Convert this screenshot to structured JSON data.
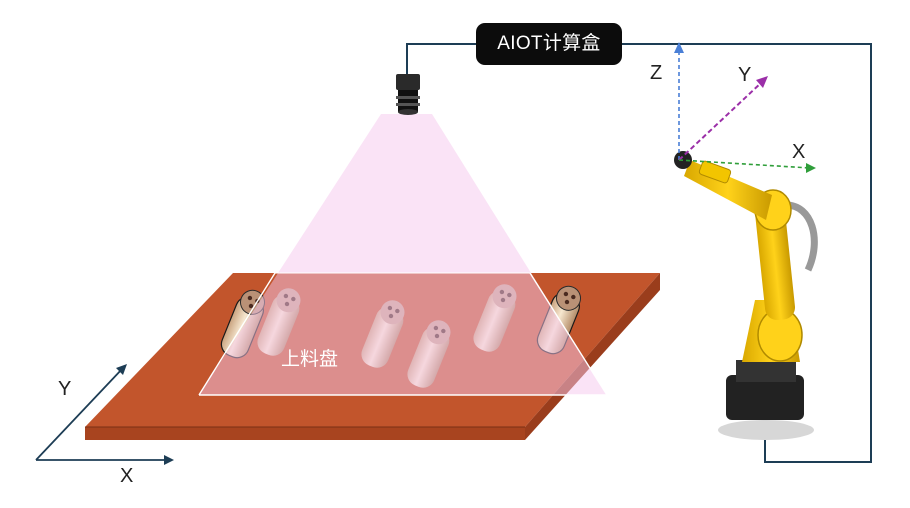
{
  "compute_box": {
    "label": "AIOT计算盒"
  },
  "tray": {
    "label": "上料盘"
  },
  "robot_axes": {
    "z": "Z",
    "y": "Y",
    "x": "X"
  },
  "table_axes": {
    "y": "Y",
    "x": "X"
  },
  "colors": {
    "wire": "#1d3d55",
    "light_cone": "#f5c8ee",
    "table_top": "#c2552c",
    "table_front": "#a8441f",
    "robot_yellow": "#f2c500",
    "axis_z": "#4a7fd6",
    "axis_y": "#9b2fa8",
    "axis_x": "#2f9e3a"
  },
  "icons": [
    "industrial-camera-icon",
    "robot-arm-icon",
    "workpiece-icon"
  ]
}
